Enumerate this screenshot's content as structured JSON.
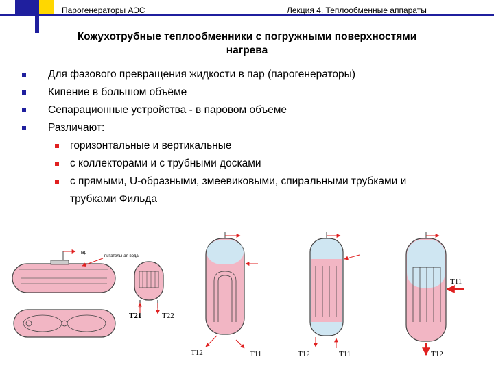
{
  "header": {
    "left": "Парогенераторы АЭС",
    "right": "Лекция 4.  Теплообменные аппараты"
  },
  "title": {
    "line1": "Кожухотрубные теплообменники с погружными поверхностями",
    "line2": "нагрева"
  },
  "bullets": [
    "Для фазового превращения жидкости в пар (парогенераторы)",
    "Кипение в большом объёме",
    "Сепарационные устройства - в паровом объеме",
    "Различают:"
  ],
  "sub_bullets": [
    "горизонтальные и вертикальные",
    "с коллекторами и с трубными досками",
    "с прямыми, U-образными, змеевиковыми, спиральными трубками и",
    "трубками Фильда"
  ],
  "labels": {
    "steam": "пар",
    "feed_water": "питательная вода",
    "t21": "T21",
    "t22": "T22",
    "t11": "T11",
    "t12": "T12"
  },
  "colors": {
    "accent": "#1f1f9e",
    "secondary": "#ffd700",
    "sub_bullet": "#e02020",
    "liquid": "#f2b6c4",
    "steam_space": "#cfe6f2",
    "arrow": "#e02020"
  }
}
